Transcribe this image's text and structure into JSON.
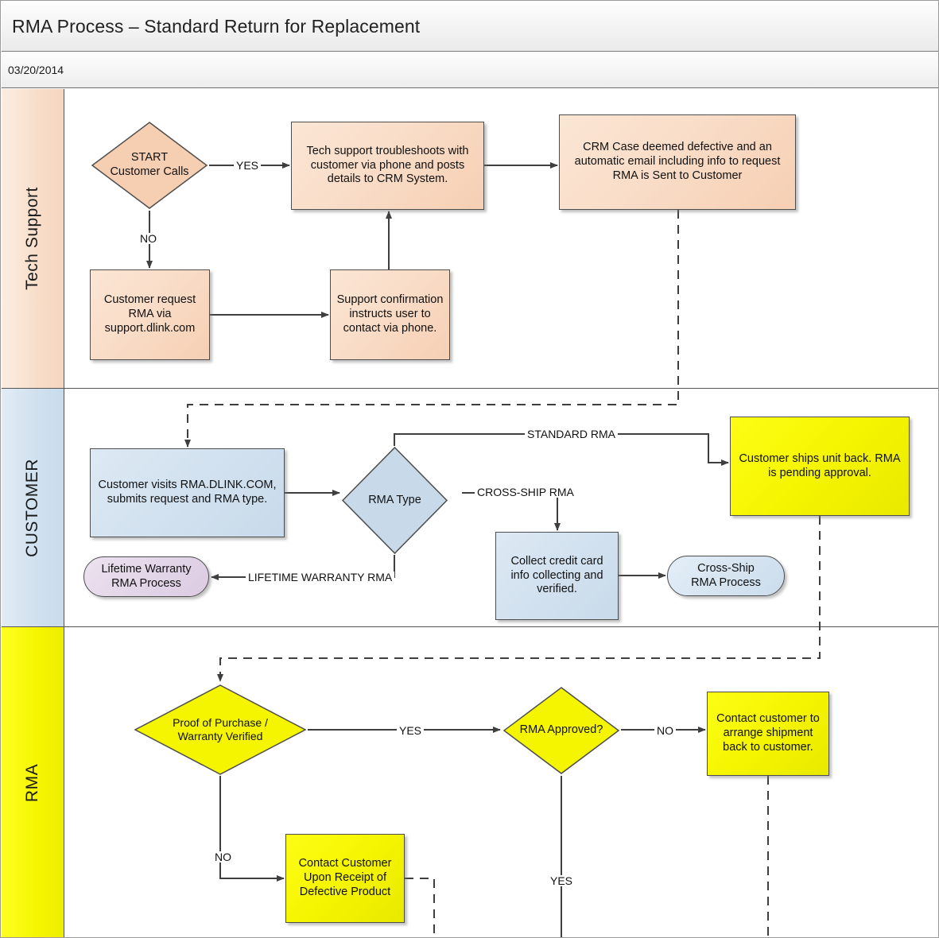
{
  "header": {
    "title": "RMA Process – Standard Return for Replacement",
    "date": "03/20/2014"
  },
  "lanes": [
    {
      "id": "tech",
      "label": "Tech Support",
      "color": "#f6d6bd"
    },
    {
      "id": "customer",
      "label": "CUSTOMER",
      "color": "#c8dcec"
    },
    {
      "id": "rma",
      "label": "RMA",
      "color": "#f5f500"
    }
  ],
  "nodes": {
    "start": {
      "text": "START\nCustomer Calls"
    },
    "troubleshoot": {
      "text": "Tech support troubleshoots with customer via phone and posts details to CRM System."
    },
    "crm_case": {
      "text": "CRM Case deemed defective and an automatic email including info to request RMA is  Sent to Customer"
    },
    "request_rma": {
      "text": "Customer request RMA via support.dlink.com"
    },
    "support_conf": {
      "text": "Support confirmation instructs user to contact via phone."
    },
    "visits_rma": {
      "text": "Customer visits RMA.DLINK.COM, submits request and RMA type."
    },
    "rma_type": {
      "text": "RMA Type"
    },
    "lifetime": {
      "text": "Lifetime Warranty\nRMA Process"
    },
    "collect_cc": {
      "text": "Collect credit card info collecting and verified."
    },
    "crossship": {
      "text": "Cross-Ship\nRMA Process"
    },
    "ships_unit": {
      "text": "Customer ships unit back. RMA is pending approval."
    },
    "proof": {
      "text": "Proof of Purchase /\nWarranty Verified"
    },
    "rma_approved": {
      "text": "RMA Approved?"
    },
    "contact_arrange": {
      "text": "Contact customer to arrange shipment back to customer."
    },
    "contact_receipt": {
      "text": "Contact Customer Upon Receipt of Defective Product"
    }
  },
  "edge_labels": {
    "yes1": "YES",
    "no1": "NO",
    "standard_rma": "STANDARD RMA",
    "crossship_rma": "CROSS-SHIP RMA",
    "lifetime_rma": "LIFETIME WARRANTY RMA",
    "yes2": "YES",
    "no2": "NO",
    "no3": "NO",
    "yes3": "YES"
  },
  "colors": {
    "tech_fill": "#f6cfb3",
    "customer_fill": "#c8daea",
    "rma_fill": "#f5f500",
    "purple_fill": "#dccbe2",
    "line": "#3f3f3f"
  }
}
